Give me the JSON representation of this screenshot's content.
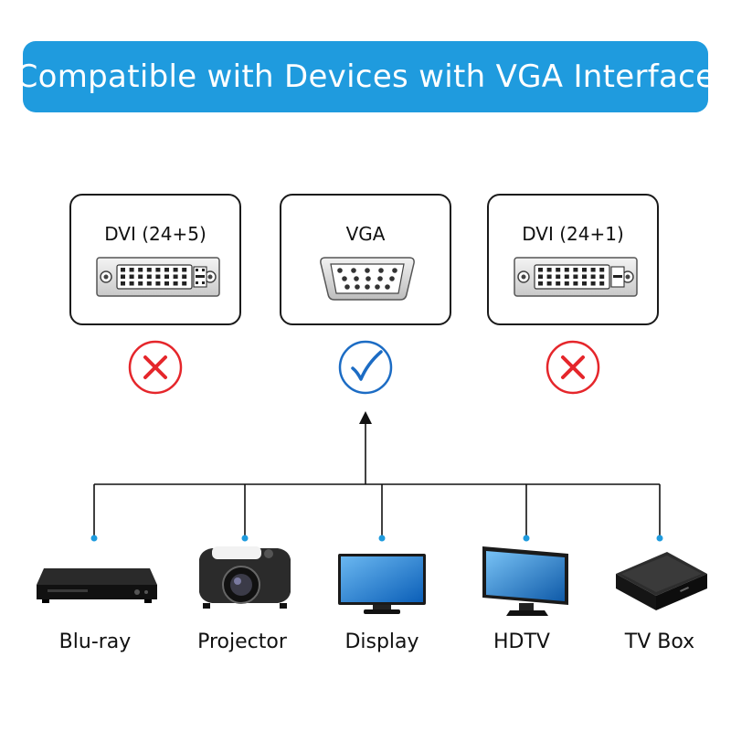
{
  "banner": {
    "title": "Compatible with Devices with VGA Interface"
  },
  "accent_color": "#1f9bde",
  "cards": [
    {
      "title": "DVI (24+5)",
      "connector": "dvi-24-5-connector",
      "compatible": false,
      "mark_icon": "cross-icon",
      "mark_color": "#e5262b"
    },
    {
      "title": "VGA",
      "connector": "vga-connector",
      "compatible": true,
      "mark_icon": "check-icon",
      "mark_color": "#1c6cc4"
    },
    {
      "title": "DVI (24+1)",
      "connector": "dvi-24-1-connector",
      "compatible": false,
      "mark_icon": "cross-icon",
      "mark_color": "#e5262b"
    }
  ],
  "devices": [
    {
      "label": "Blu-ray",
      "icon": "blu-ray-player-icon"
    },
    {
      "label": "Projector",
      "icon": "projector-icon"
    },
    {
      "label": "Display",
      "icon": "display-monitor-icon"
    },
    {
      "label": "HDTV",
      "icon": "hdtv-icon"
    },
    {
      "label": "TV Box",
      "icon": "tv-box-icon"
    }
  ]
}
